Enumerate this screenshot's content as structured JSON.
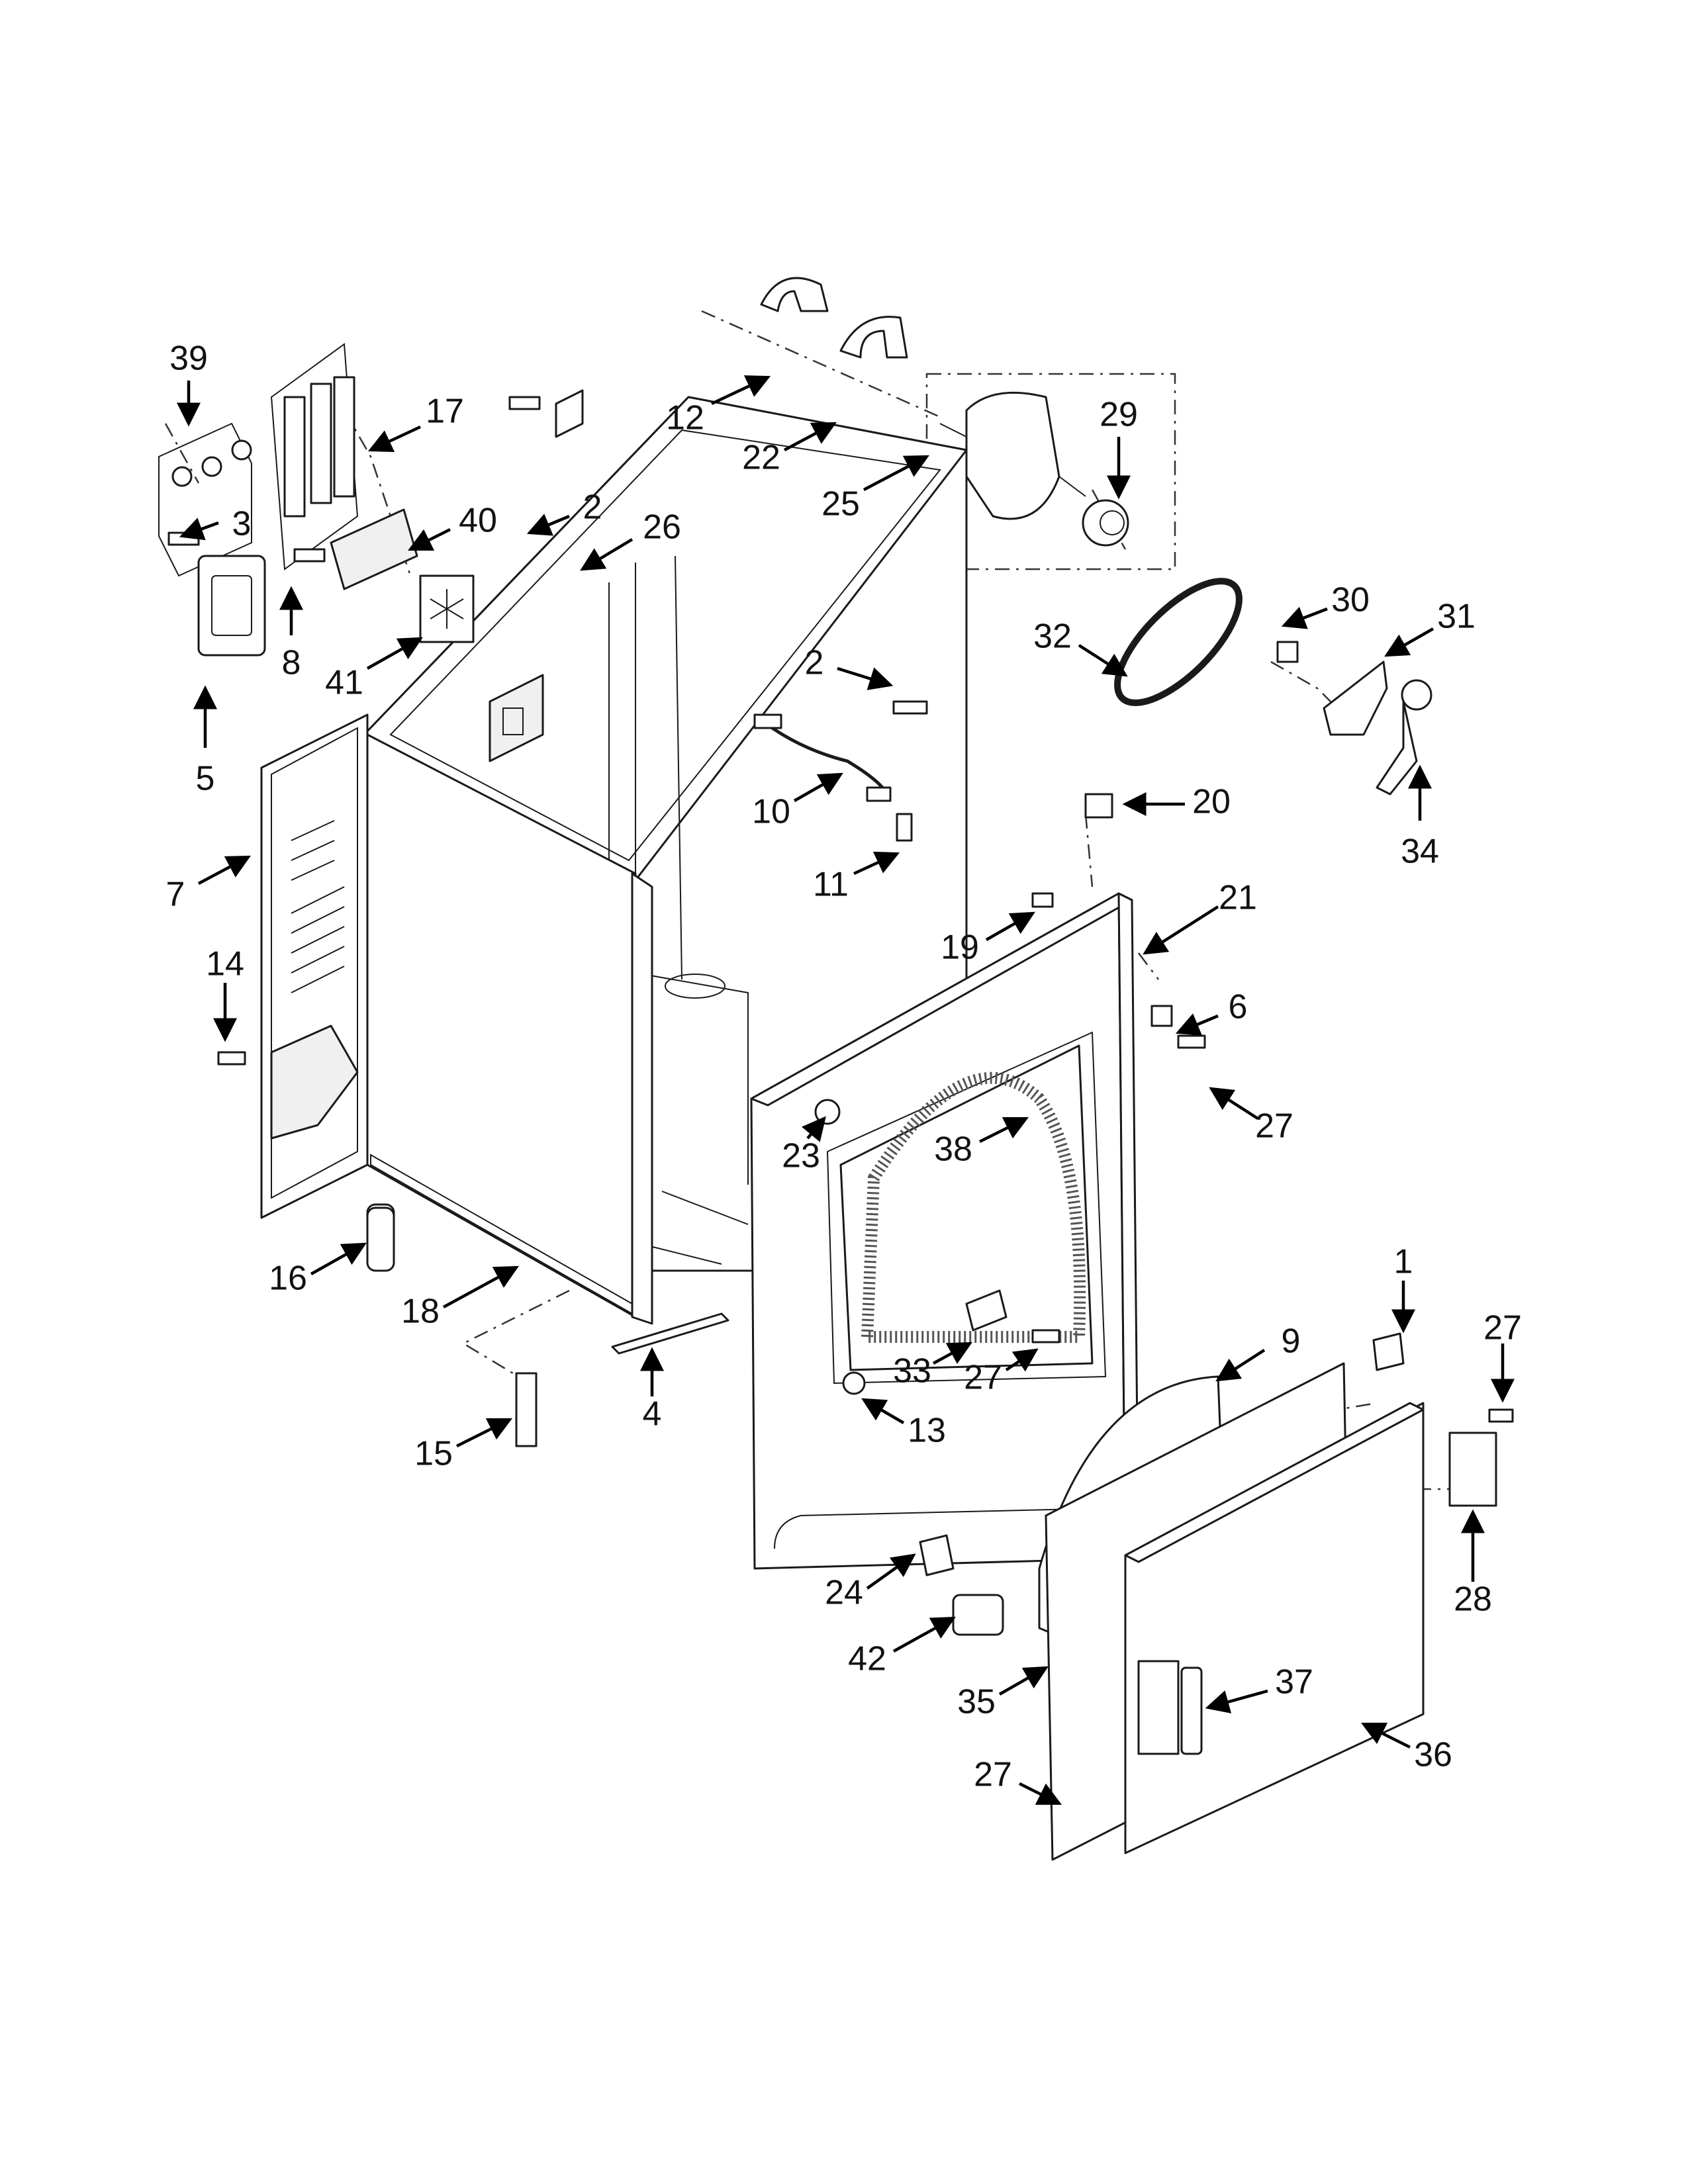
{
  "diagram": {
    "callouts": [
      {
        "label": "39"
      },
      {
        "label": "17"
      },
      {
        "label": "3"
      },
      {
        "label": "40"
      },
      {
        "label": "8"
      },
      {
        "label": "5"
      },
      {
        "label": "41"
      },
      {
        "label": "2"
      },
      {
        "label": "26"
      },
      {
        "label": "12"
      },
      {
        "label": "22"
      },
      {
        "label": "25"
      },
      {
        "label": "29"
      },
      {
        "label": "2"
      },
      {
        "label": "30"
      },
      {
        "label": "31"
      },
      {
        "label": "32"
      },
      {
        "label": "34"
      },
      {
        "label": "10"
      },
      {
        "label": "11"
      },
      {
        "label": "20"
      },
      {
        "label": "19"
      },
      {
        "label": "21"
      },
      {
        "label": "7"
      },
      {
        "label": "14"
      },
      {
        "label": "6"
      },
      {
        "label": "27"
      },
      {
        "label": "23"
      },
      {
        "label": "38"
      },
      {
        "label": "16"
      },
      {
        "label": "18"
      },
      {
        "label": "1"
      },
      {
        "label": "27"
      },
      {
        "label": "9"
      },
      {
        "label": "33"
      },
      {
        "label": "27"
      },
      {
        "label": "4"
      },
      {
        "label": "13"
      },
      {
        "label": "15"
      },
      {
        "label": "28"
      },
      {
        "label": "24"
      },
      {
        "label": "42"
      },
      {
        "label": "37"
      },
      {
        "label": "35"
      },
      {
        "label": "36"
      },
      {
        "label": "27"
      }
    ]
  }
}
